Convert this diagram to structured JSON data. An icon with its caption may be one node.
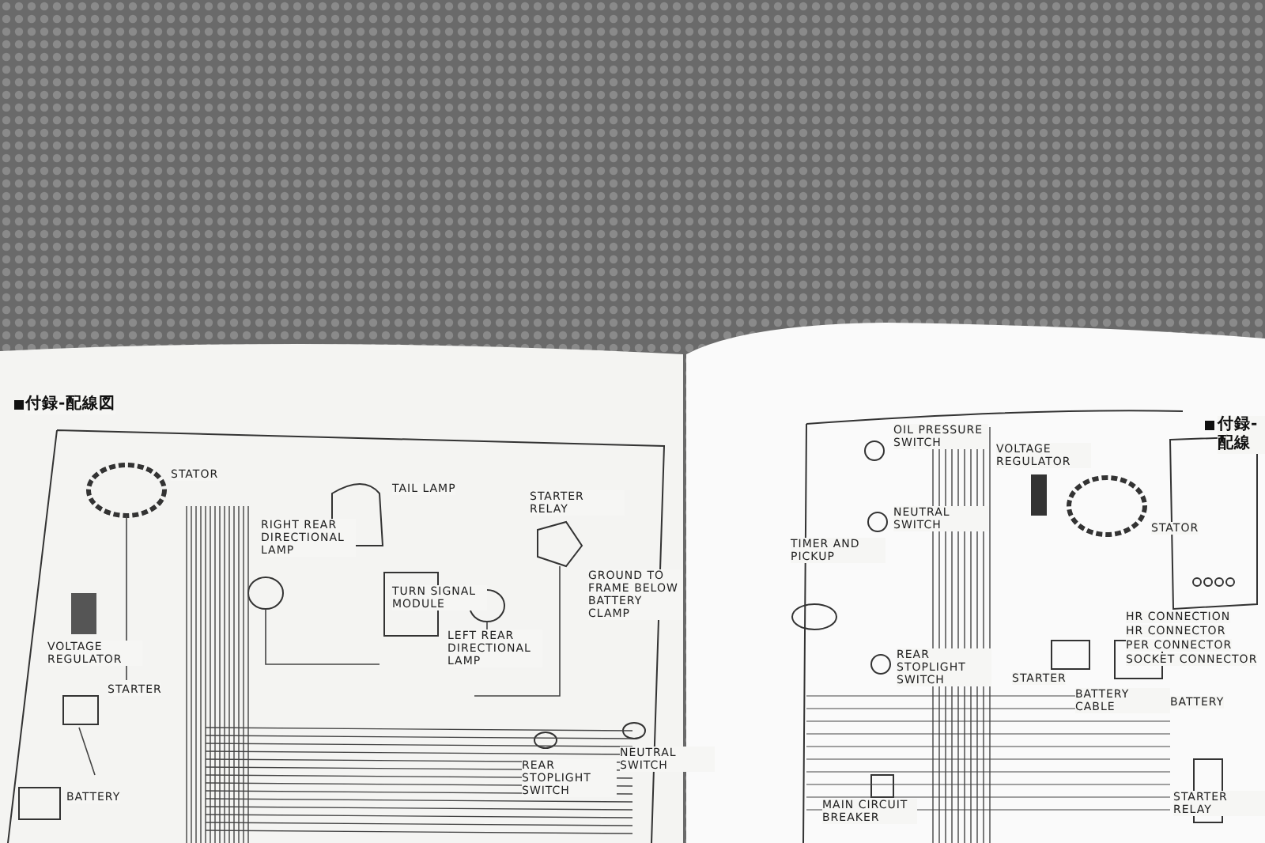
{
  "diagram": {
    "labels": [
      "付録-配線図",
      "STATOR",
      "VOLTAGE REGULATOR",
      "STARTER",
      "BATTERY",
      "RIGHT REAR DIRECTIONAL LAMP",
      "TAIL LAMP",
      "TURN SIGNAL MODULE",
      "LEFT REAR DIRECTIONAL LAMP",
      "STARTER RELAY",
      "GROUND TO FRAME BELOW BATTERY CLAMP",
      "REAR STOPLIGHT SWITCH",
      "NEUTRAL SWITCH",
      "付録-配線",
      "OIL PRESSURE SWITCH",
      "NEUTRAL SWITCH",
      "TIMER AND PICKUP",
      "REAR STOPLIGHT SWITCH",
      "MAIN CIRCUIT BREAKER",
      "VOLTAGE REGULATOR",
      "STATOR",
      "STARTER",
      "BATTERY CABLE",
      "BATTERY",
      "STARTER RELAY",
      "HR CONNECTION",
      "HR CONNECTOR",
      "PER CONNECTOR",
      "SOCKET CONNECTOR"
    ]
  }
}
